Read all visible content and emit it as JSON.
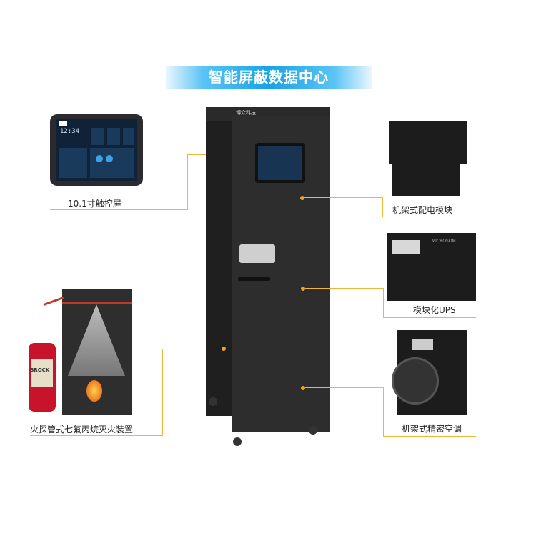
{
  "banner_title": "智能屏蔽数据中心",
  "labels": {
    "touchscreen": "10.1寸触控屏",
    "rack_pdu": "机架式配电模块",
    "ups": "模块化UPS",
    "ac": "机架式精密空调",
    "fire": "火探管式七氟丙烷灭火装置"
  },
  "brand_small": "博众科技",
  "extinguisher_text": "BROCK",
  "tablet_clock": "12:34",
  "ups_brand": "MICROSOM",
  "colors": {
    "accent": "#f3b43a",
    "banner": "#17a3e6"
  }
}
